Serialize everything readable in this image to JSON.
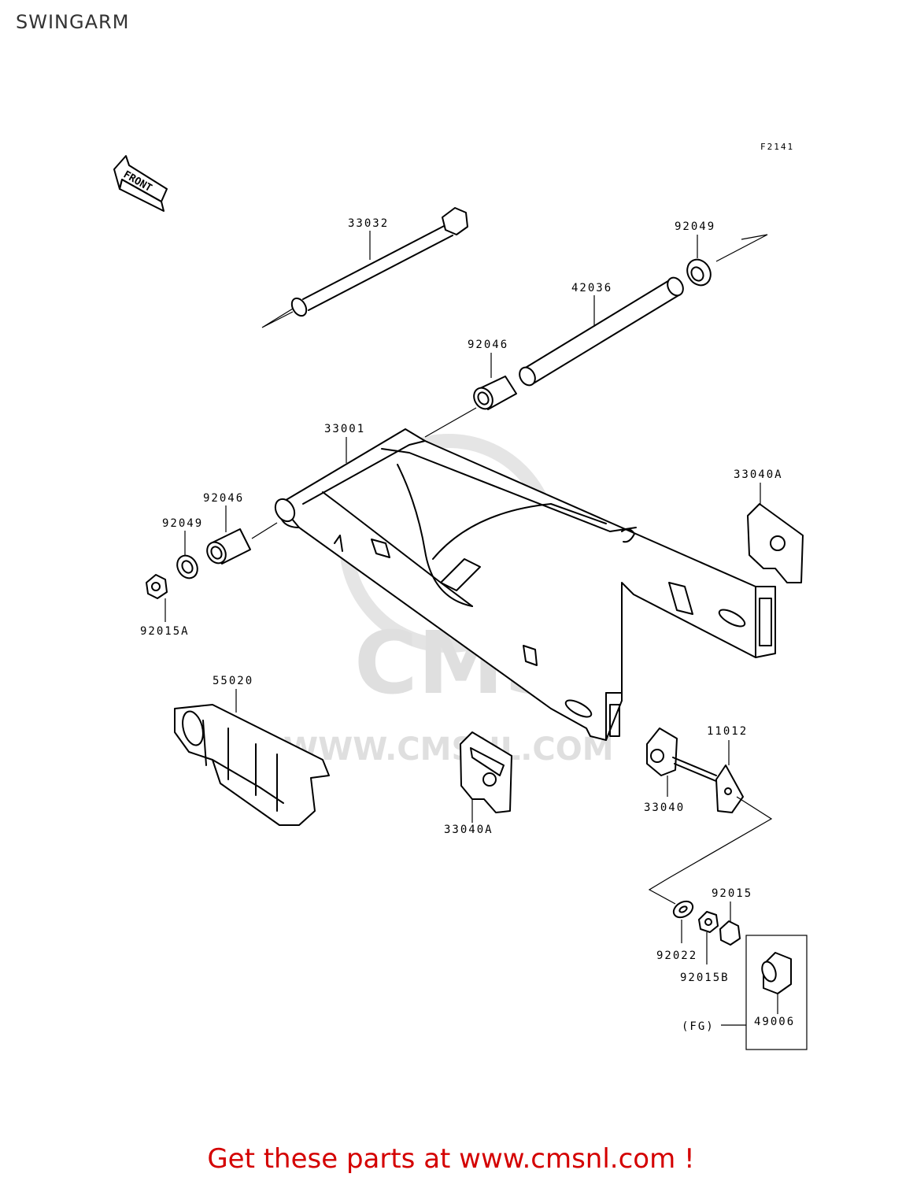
{
  "title": "SWINGARM",
  "figure_code": "F2141",
  "front_label": "FRONT",
  "watermark": {
    "brand": "CMS",
    "site": "WWW.CMSNL.COM"
  },
  "labels": {
    "p33032": "33032",
    "p92049_top": "92049",
    "p42036": "42036",
    "p92046_top": "92046",
    "p33001": "33001",
    "p33040A_right": "33040A",
    "p92046_left": "92046",
    "p92049_left": "92049",
    "p92015A": "92015A",
    "p55020": "55020",
    "p11012": "11012",
    "p33040": "33040",
    "p33040A_bottom": "33040A",
    "p92015": "92015",
    "p92022": "92022",
    "p92015B": "92015B",
    "p49006": "49006",
    "fg": "(FG)"
  },
  "footer": "Get these parts at www.cmsnl.com !"
}
